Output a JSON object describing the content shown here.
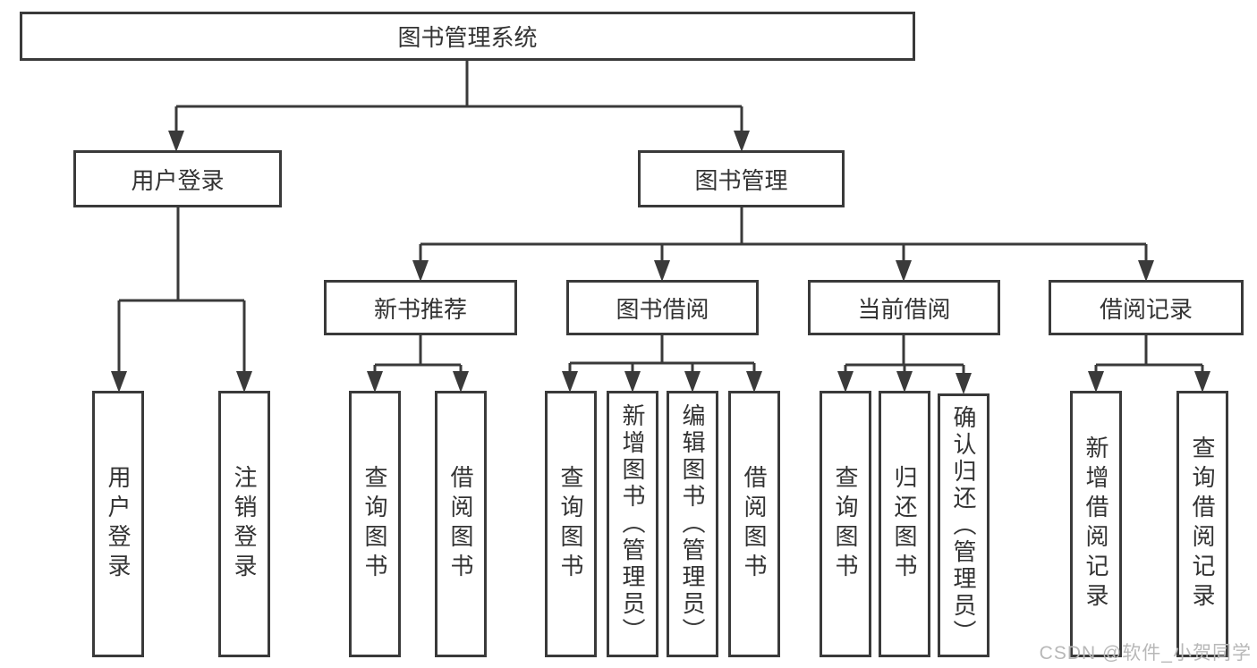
{
  "tree": {
    "root": "图书管理系统",
    "branches": [
      {
        "label": "用户登录",
        "children": [
          "用户登录",
          "注销登录"
        ]
      },
      {
        "label": "图书管理",
        "children": [
          {
            "label": "新书推荐",
            "children": [
              "查询图书",
              "借阅图书"
            ]
          },
          {
            "label": "图书借阅",
            "children": [
              "查询图书",
              "新增图书（管理员）",
              "编辑图书（管理员）",
              "借阅图书"
            ]
          },
          {
            "label": "当前借阅",
            "children": [
              "查询图书",
              "归还图书",
              "确认归还（管理员）"
            ]
          },
          {
            "label": "借阅记录",
            "children": [
              "新增借阅记录",
              "查询借阅记录"
            ]
          }
        ]
      }
    ]
  },
  "watermark": "CSDN @软件_小贺同学",
  "colors": {
    "line": "#3a3a3a",
    "text": "#333333",
    "watermark": "#b8b8b8",
    "background": "#ffffff"
  }
}
